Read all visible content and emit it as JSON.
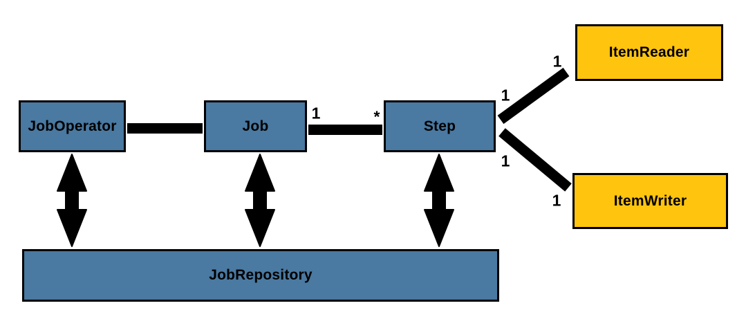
{
  "diagram": {
    "nodes": {
      "job_operator": {
        "label": "JobOperator"
      },
      "job": {
        "label": "Job"
      },
      "step": {
        "label": "Step"
      },
      "job_repository": {
        "label": "JobRepository"
      },
      "item_reader": {
        "label": "ItemReader"
      },
      "item_writer": {
        "label": "ItemWriter"
      }
    },
    "edges": [
      {
        "from": "JobOperator",
        "to": "Job",
        "type": "association"
      },
      {
        "from": "Job",
        "to": "Step",
        "type": "association",
        "from_multiplicity": "1",
        "to_multiplicity": "*"
      },
      {
        "from": "Step",
        "to": "ItemReader",
        "type": "association",
        "from_multiplicity": "1",
        "to_multiplicity": "1"
      },
      {
        "from": "Step",
        "to": "ItemWriter",
        "type": "association",
        "from_multiplicity": "1",
        "to_multiplicity": "1"
      },
      {
        "from": "JobOperator",
        "to": "JobRepository",
        "type": "bidirectional-arrow"
      },
      {
        "from": "Job",
        "to": "JobRepository",
        "type": "bidirectional-arrow"
      },
      {
        "from": "Step",
        "to": "JobRepository",
        "type": "bidirectional-arrow"
      }
    ],
    "colors": {
      "entity_fill": "#4A79A1",
      "io_fill": "#FFC40D",
      "line": "#000000",
      "background": "#FFFFFF"
    }
  }
}
